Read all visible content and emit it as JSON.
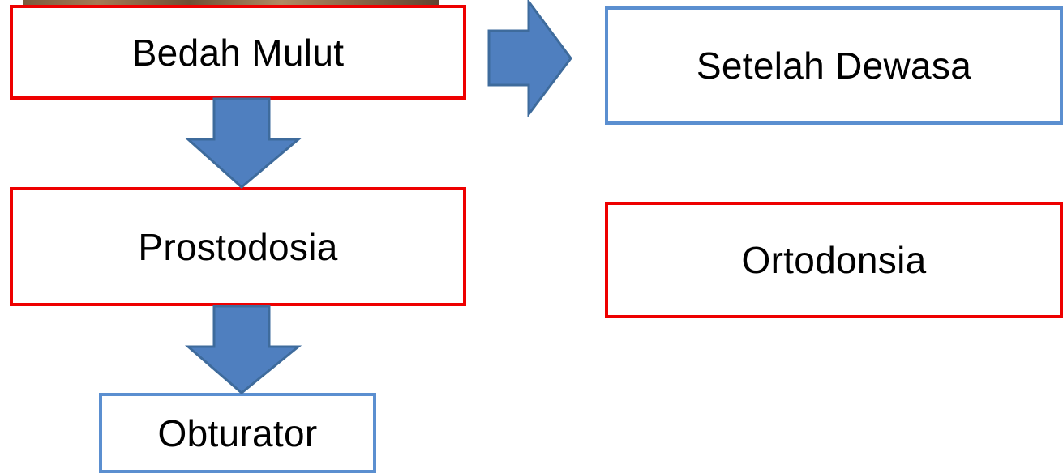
{
  "diagram": {
    "nodes": {
      "bedah_mulut": "Bedah Mulut",
      "prostodosia": "Prostodosia",
      "obturator": "Obturator",
      "setelah_dewasa": "Setelah Dewasa",
      "ortodonsia": "Ortodonsia"
    },
    "colors": {
      "red_border": "#ee0000",
      "blue_border": "#5b8fd0",
      "arrow_fill": "#4f7fbf",
      "arrow_stroke": "#3e6b9c"
    },
    "arrows": [
      {
        "from": "Bedah Mulut",
        "to": "Prostodosia",
        "direction": "down"
      },
      {
        "from": "Prostodosia",
        "to": "Obturator",
        "direction": "down"
      },
      {
        "from": "Bedah Mulut",
        "to": "Setelah Dewasa",
        "direction": "right"
      }
    ]
  }
}
